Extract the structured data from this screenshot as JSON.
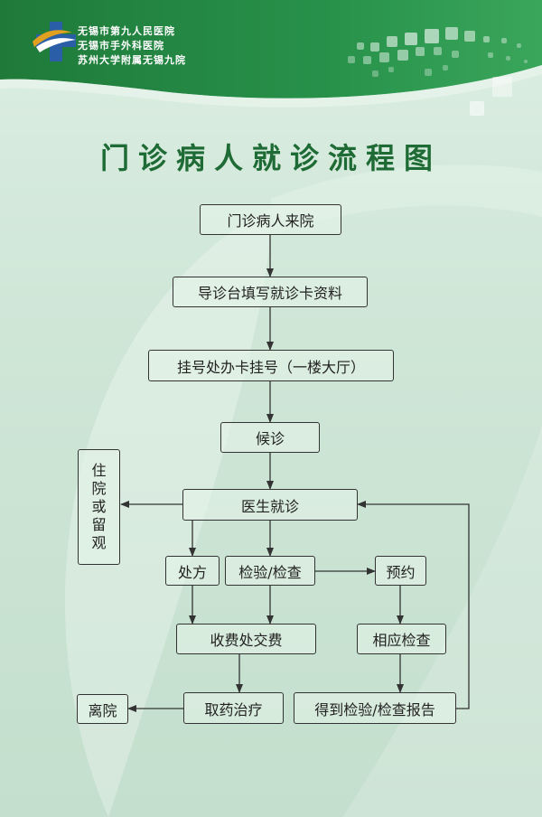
{
  "header": {
    "hospitals": [
      "无锡市第九人民医院",
      "无锡市手外科医院",
      "苏州大学附属无锡九院"
    ],
    "colors": {
      "brand_green": "#1f8a3c",
      "logo_blue": "#2a5fa8",
      "logo_gold": "#e0a020"
    }
  },
  "title": "门诊病人就诊流程图",
  "nodes": {
    "arrive": "门诊病人来院",
    "register_info": "导诊台填写就诊卡资料",
    "registration": "挂号处办卡挂号（一楼大厅）",
    "waiting": "候诊",
    "consultation": "医生就诊",
    "admission": "住院或留观",
    "prescription": "处方",
    "tests": "检验/检查",
    "appointment": "预约",
    "payment": "收费处交费",
    "related_exam": "相应检查",
    "pharmacy": "取药治疗",
    "reports": "得到检验/检查报告",
    "discharge": "离院"
  },
  "edges": [
    [
      "arrive",
      "register_info"
    ],
    [
      "register_info",
      "registration"
    ],
    [
      "registration",
      "waiting"
    ],
    [
      "waiting",
      "consultation"
    ],
    [
      "consultation",
      "admission"
    ],
    [
      "consultation",
      "prescription"
    ],
    [
      "consultation",
      "tests"
    ],
    [
      "tests",
      "appointment"
    ],
    [
      "prescription",
      "payment"
    ],
    [
      "tests",
      "payment"
    ],
    [
      "appointment",
      "related_exam"
    ],
    [
      "payment",
      "pharmacy"
    ],
    [
      "related_exam",
      "reports"
    ],
    [
      "pharmacy",
      "discharge"
    ],
    [
      "reports",
      "consultation"
    ]
  ]
}
